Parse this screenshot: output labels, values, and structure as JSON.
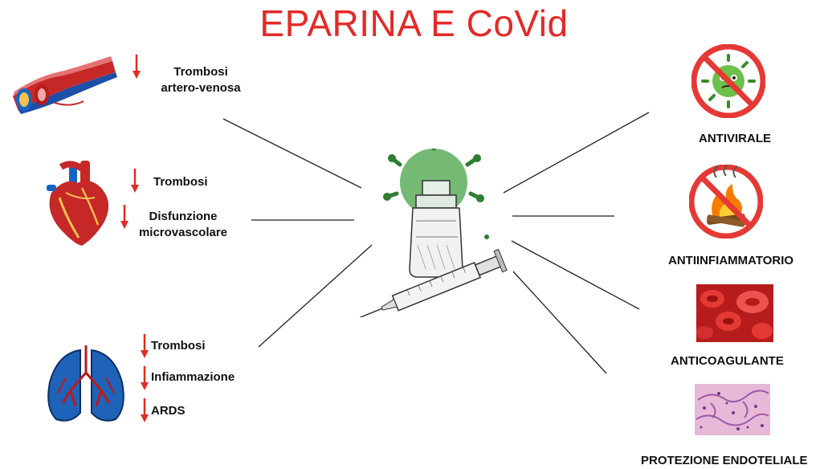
{
  "title": "EPARINA E CoVid",
  "left": {
    "vessel": {
      "label_1": "Trombosi",
      "label_2": "artero-venosa",
      "icon": "blood-vessel-icon"
    },
    "heart": {
      "label_1": "Trombosi",
      "label_2": "Disfunzione",
      "label_3": "microvascolare",
      "icon": "heart-icon"
    },
    "lungs": {
      "label_1": "Trombosi",
      "label_2": "Infiammazione",
      "label_3": "ARDS",
      "icon": "lungs-icon"
    }
  },
  "right": {
    "antiviral": {
      "label": "ANTIVIRALE",
      "icon": "no-virus-icon"
    },
    "antiinflammatory": {
      "label": "ANTIINFIAMMATORIO",
      "icon": "no-fire-icon"
    },
    "anticoagulant": {
      "label": "ANTICOAGULANTE",
      "icon": "red-blood-cells-icon"
    },
    "endothelial": {
      "label": "PROTEZIONE ENDOTELIALE",
      "icon": "endothelium-histology-icon"
    }
  },
  "center_icon": "heparin-vial-syringe-icon",
  "colors": {
    "title": "#e42a26",
    "arrow": "#e42a26",
    "virus": "#4caf50",
    "stop_sign": "#e53935"
  }
}
